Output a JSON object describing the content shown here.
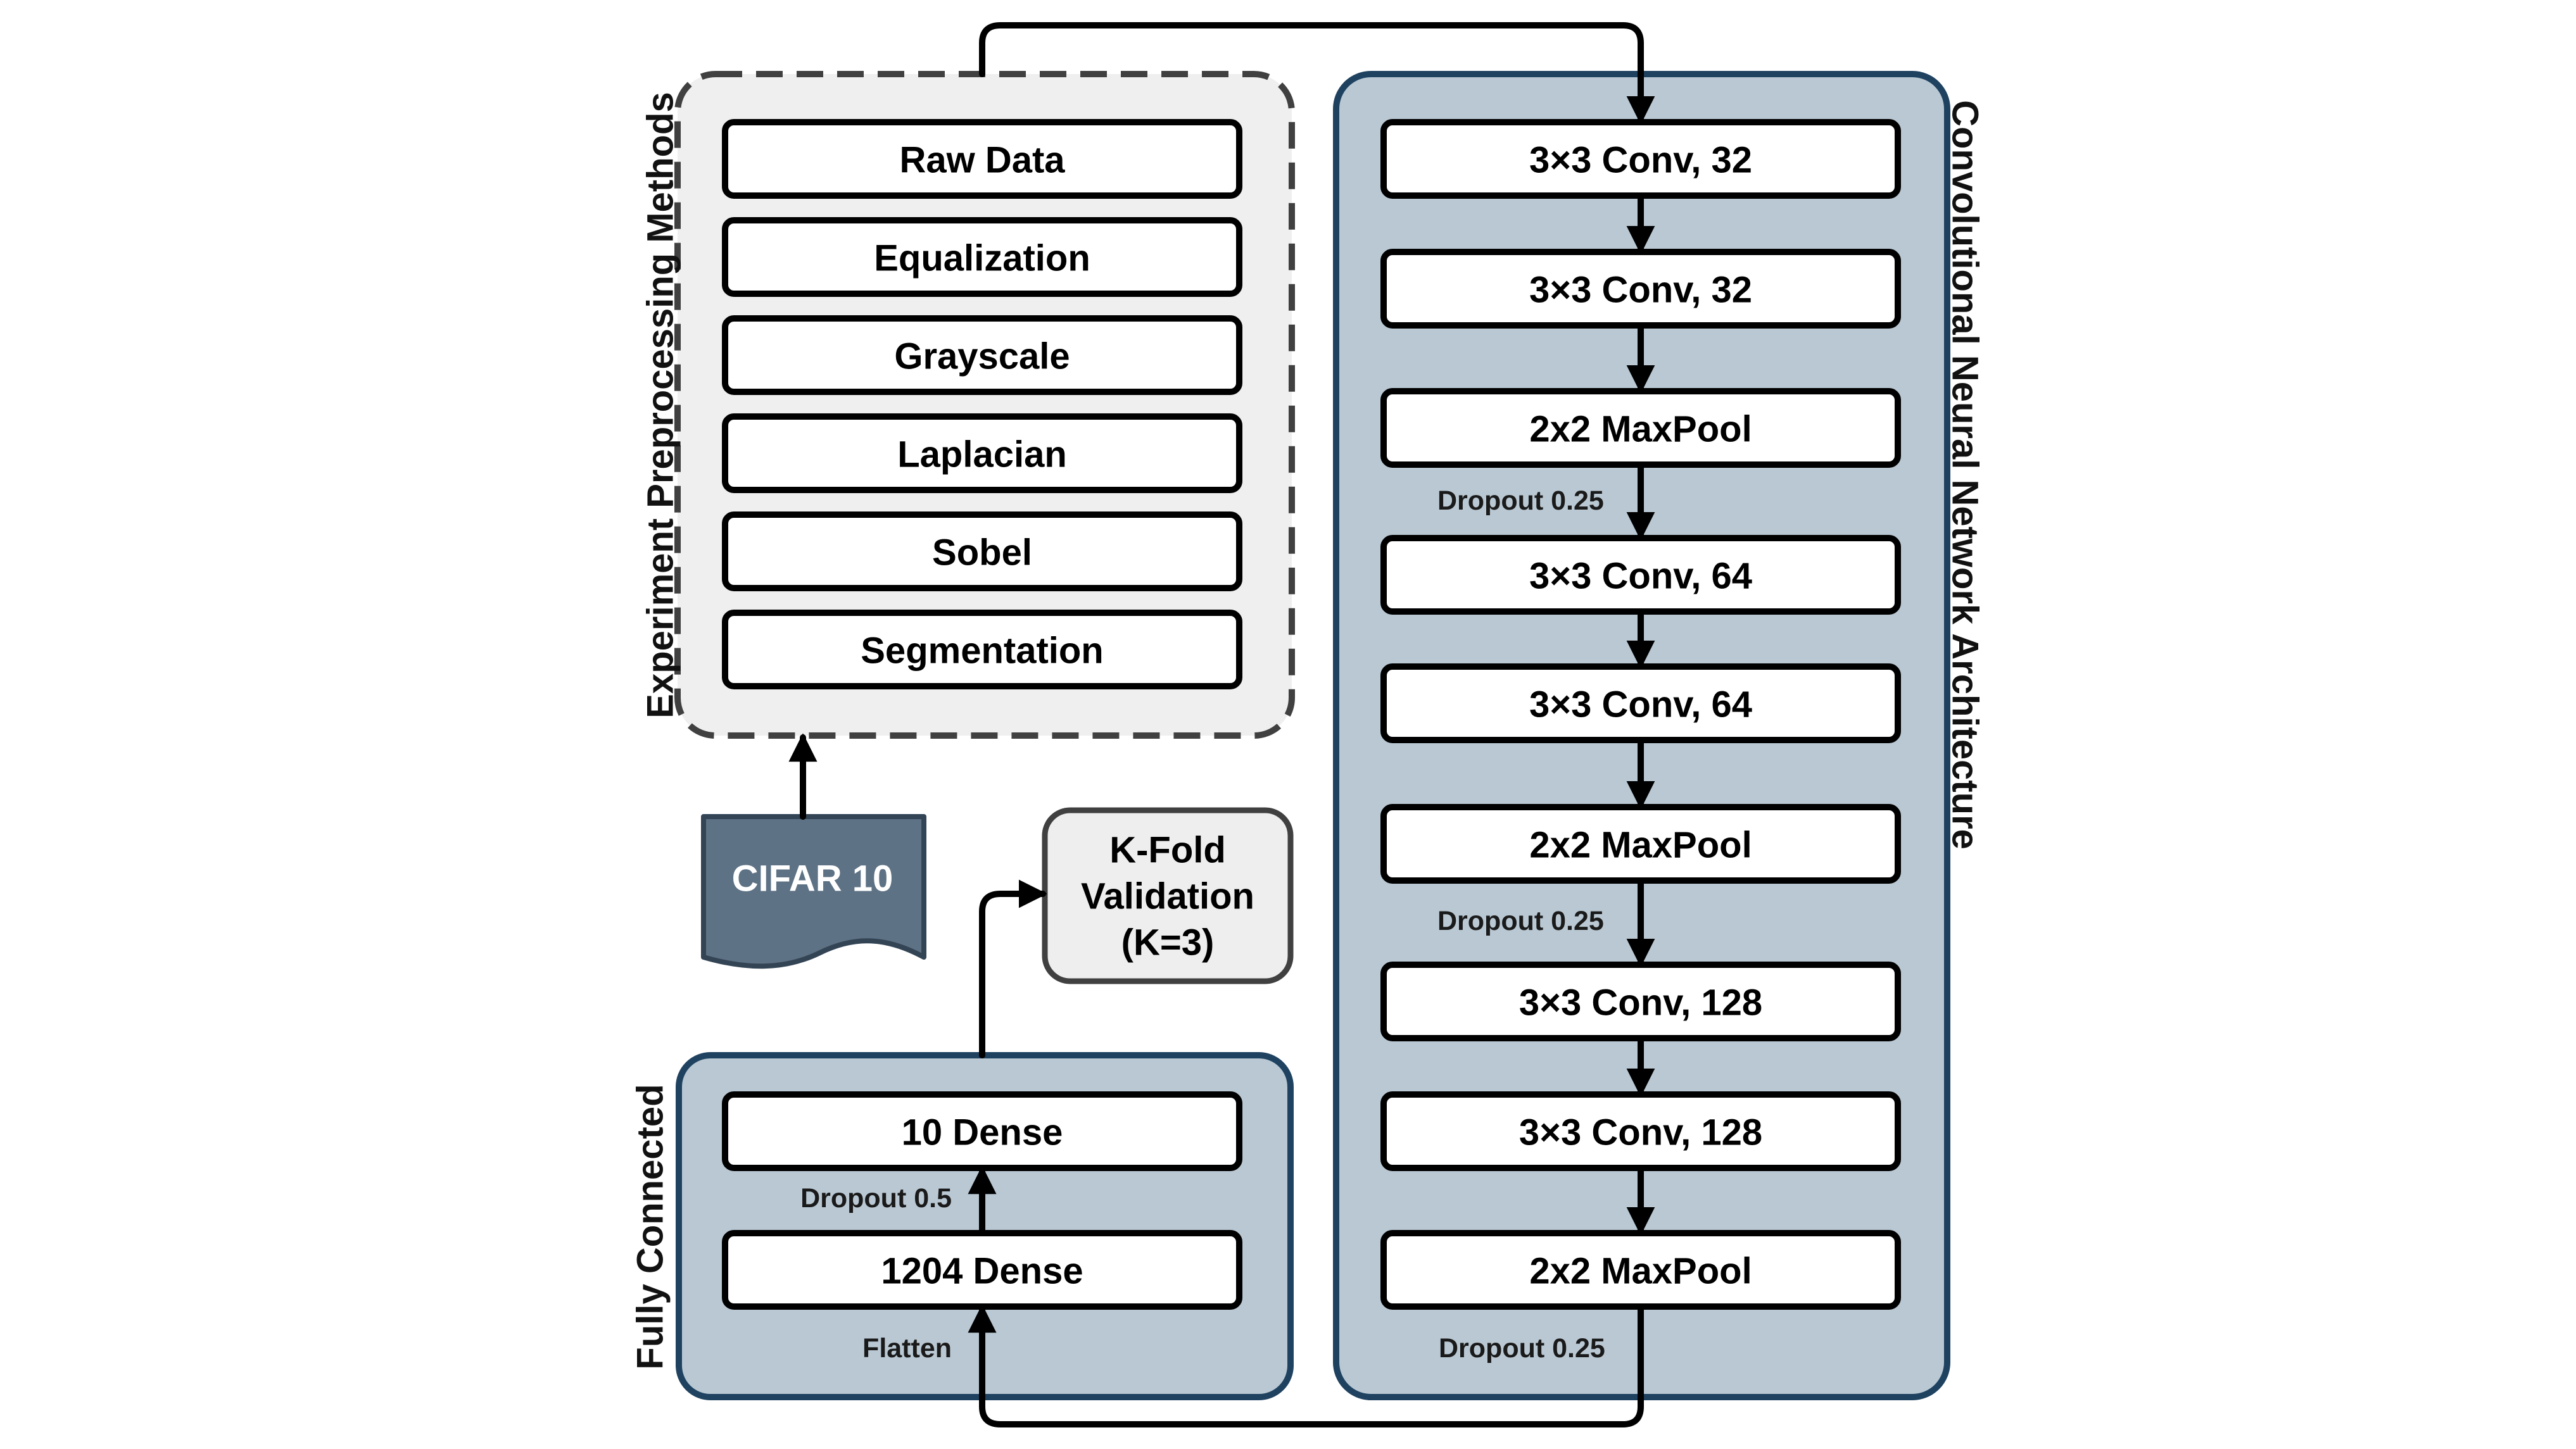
{
  "preprocessing": {
    "title": "Experiment Preprocessing Methods",
    "methods": [
      "Raw Data",
      "Equalization",
      "Grayscale",
      "Laplacian",
      "Sobel",
      "Segmentation"
    ]
  },
  "dataset": {
    "label": "CIFAR 10"
  },
  "validation": {
    "line1": "K-Fold",
    "line2": "Validation",
    "line3": "(K=3)"
  },
  "cnn": {
    "title": "Convolutional Neural Network Architecture",
    "layers": [
      "3×3 Conv, 32",
      "3×3 Conv, 32",
      "2x2 MaxPool",
      "3×3 Conv, 64",
      "3×3 Conv, 64",
      "2x2 MaxPool",
      "3×3 Conv, 128",
      "3×3 Conv, 128",
      "2x2 MaxPool"
    ],
    "dropouts": [
      "Dropout 0.25",
      "Dropout 0.25",
      "Dropout 0.25"
    ]
  },
  "fully_connected": {
    "title": "Fully Connected",
    "dense_top": "10 Dense",
    "dense_bottom": "1204 Dense",
    "dropout": "Dropout 0.5",
    "flatten": "Flatten"
  },
  "colors": {
    "preprocessing_bg": "#efefef",
    "preprocessing_border": "#404040",
    "cnn_bg": "#b9c8d3",
    "group_border": "#1f4260",
    "dataset_fill": "#5e7285",
    "dataset_border": "#334455",
    "validation_bg": "#eeeeee",
    "validation_border": "#404040"
  }
}
